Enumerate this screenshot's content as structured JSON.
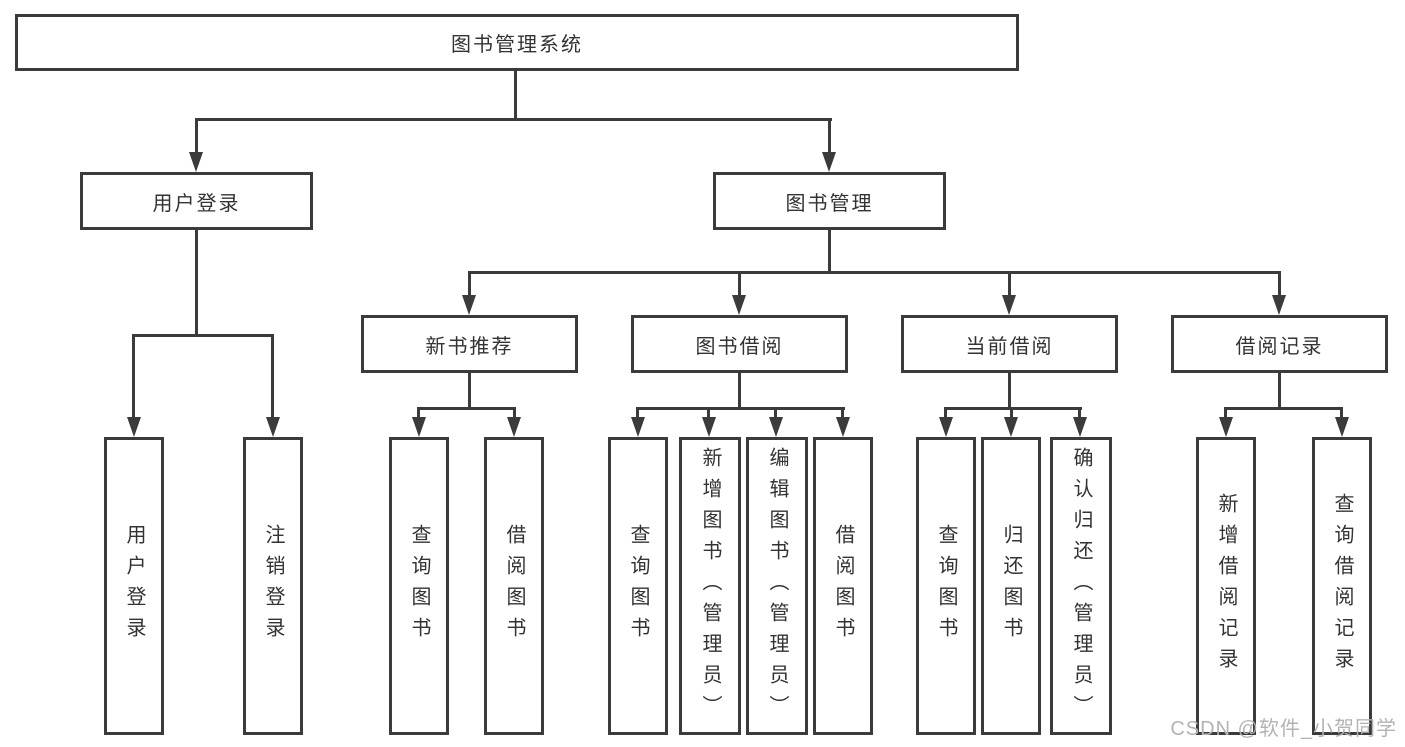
{
  "diagram": {
    "root": {
      "label": "图书管理系统"
    },
    "branches": [
      {
        "label": "用户登录",
        "children": [
          {
            "label": "用户登录"
          },
          {
            "label": "注销登录"
          }
        ]
      },
      {
        "label": "图书管理",
        "children": [
          {
            "label": "新书推荐",
            "children": [
              {
                "label": "查询图书"
              },
              {
                "label": "借阅图书"
              }
            ]
          },
          {
            "label": "图书借阅",
            "children": [
              {
                "label": "查询图书"
              },
              {
                "label": "新增图书（管理员）"
              },
              {
                "label": "编辑图书（管理员）"
              },
              {
                "label": "借阅图书"
              }
            ]
          },
          {
            "label": "当前借阅",
            "children": [
              {
                "label": "查询图书"
              },
              {
                "label": "归还图书"
              },
              {
                "label": "确认归还（管理员）"
              }
            ]
          },
          {
            "label": "借阅记录",
            "children": [
              {
                "label": "新增借阅记录"
              },
              {
                "label": "查询借阅记录"
              }
            ]
          }
        ]
      }
    ]
  },
  "watermark": {
    "text": "CSDN @软件_小贺同学"
  },
  "colors": {
    "line": "#3b3b3b",
    "box_border": "#3b3b3b",
    "box_fill": "#ffffff",
    "text": "#333333",
    "watermark": "#b3b3b3"
  }
}
